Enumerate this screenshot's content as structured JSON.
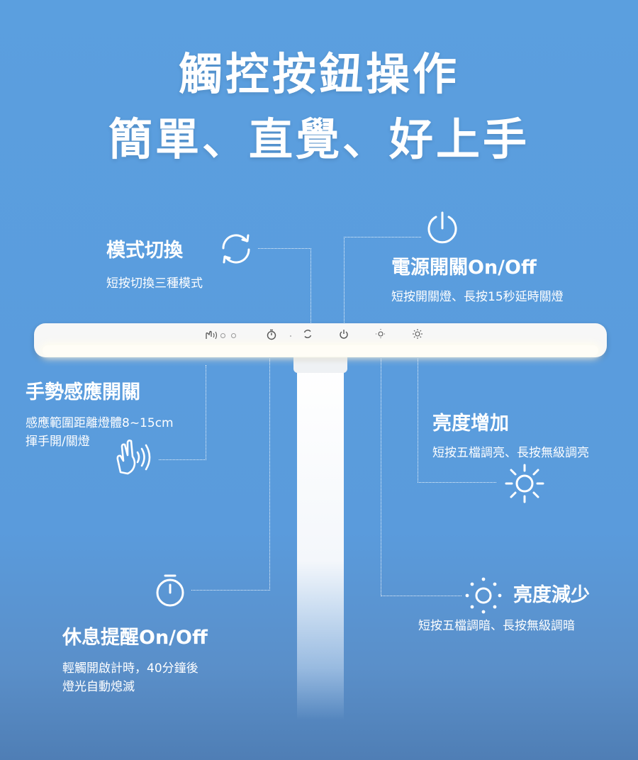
{
  "headline": {
    "line1": "觸控按鈕操作",
    "line2": "簡單、直覺、好上手"
  },
  "features": {
    "mode": {
      "title": "模式切換",
      "desc": "短按切換三種模式",
      "icon": "cycle-arrows-icon"
    },
    "power": {
      "title": "電源開關On/Off",
      "desc": "短按開關燈、長按15秒延時關燈",
      "icon": "power-icon"
    },
    "gesture": {
      "title": "手勢感應開關",
      "desc1": "感應範圍距離燈體8~15cm",
      "desc2": "揮手開/關燈",
      "icon": "hand-wave-icon"
    },
    "bright_up": {
      "title": "亮度增加",
      "desc": "短按五檔調亮、長按無級調亮",
      "icon": "sun-icon"
    },
    "timer": {
      "title": "休息提醒On/Off",
      "desc1": "輕觸開啟計時，40分鐘後",
      "desc2": "燈光自動熄滅",
      "icon": "stopwatch-icon"
    },
    "bright_down": {
      "title": "亮度減少",
      "desc": "短按五檔調暗、長按無級調暗",
      "icon": "dim-sun-icon"
    }
  },
  "colors": {
    "background": "#5b9fdf",
    "lamp_body": "#f7f7f7",
    "light_strip": "#fffdf6",
    "text": "#ffffff"
  }
}
